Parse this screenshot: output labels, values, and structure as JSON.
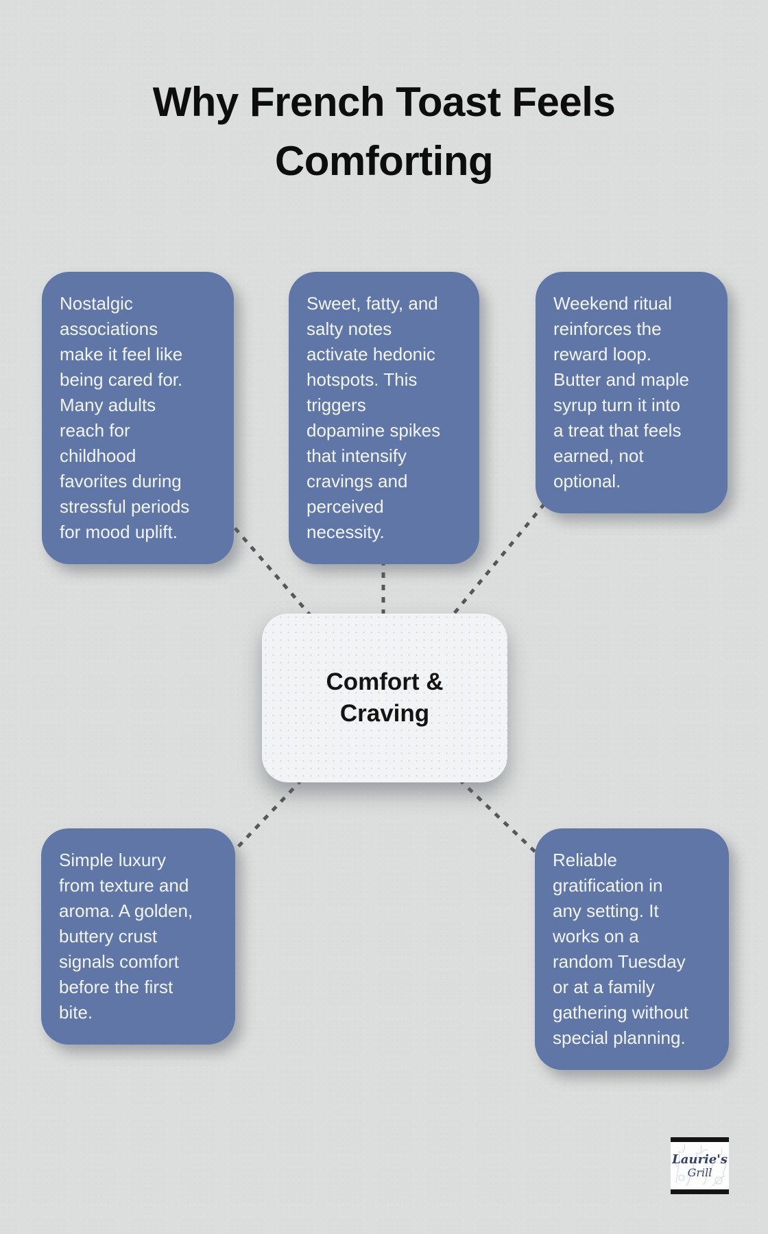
{
  "title": "Why French Toast Feels\nComforting",
  "colors": {
    "background": "#dcdedd",
    "node_fill": "#6076a7",
    "node_text": "#f2f5f9",
    "center_fill": "#f2f3f4",
    "center_text": "#141414",
    "connector": "#55585b",
    "title_text": "#0d0d0d",
    "logo_text": "#32406e",
    "logo_bar": "#141414"
  },
  "center_node": {
    "label": "Comfort &\nCraving"
  },
  "nodes": [
    {
      "id": "nostalgia",
      "text": "Nostalgic\nassociations\nmake it feel like\nbeing cared for.\nMany adults\nreach for\nchildhood\nfavorites during\nstressful periods\nfor mood uplift."
    },
    {
      "id": "hedonic",
      "text": "Sweet, fatty, and\nsalty notes\nactivate hedonic\nhotspots. This\ntriggers\ndopamine spikes\nthat intensify\ncravings and\nperceived\nnecessity."
    },
    {
      "id": "ritual",
      "text": "Weekend ritual\nreinforces the\nreward loop.\nButter and maple\nsyrup turn it into\na treat that feels\nearned, not\noptional."
    },
    {
      "id": "luxury",
      "text": "Simple luxury\nfrom texture and\naroma. A golden,\nbuttery crust\nsignals comfort\nbefore the first\nbite."
    },
    {
      "id": "reliable",
      "text": "Reliable\ngratification in\nany setting. It\nworks on a\nrandom Tuesday\nor at a family\ngathering without\nspecial planning."
    }
  ],
  "logo": {
    "name_line1": "Laurie's",
    "name_line2": "Grill"
  }
}
